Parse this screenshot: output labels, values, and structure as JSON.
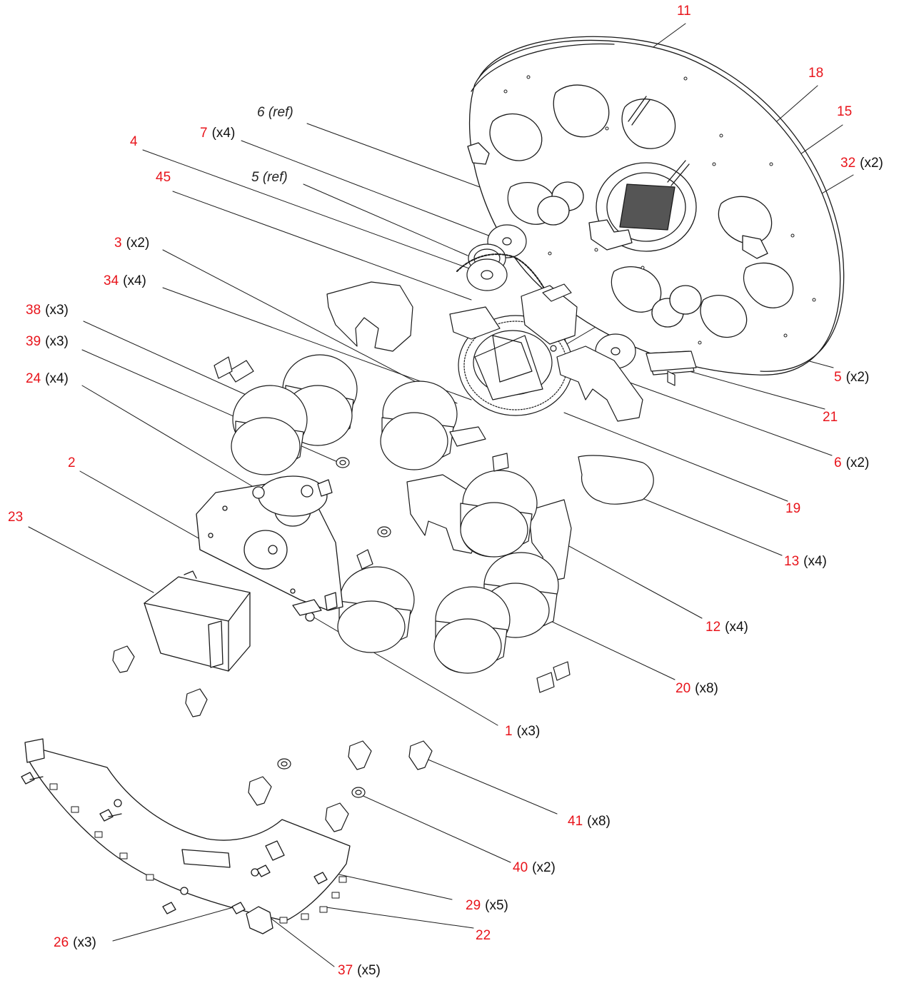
{
  "colors": {
    "number": "#e8141b",
    "text": "#111111",
    "line": "#1a1a1a"
  },
  "callouts": [
    {
      "id": "c11",
      "number": "11",
      "qty": ""
    },
    {
      "id": "c18",
      "number": "18",
      "qty": ""
    },
    {
      "id": "c15",
      "number": "15",
      "qty": ""
    },
    {
      "id": "c32",
      "number": "32",
      "qty": "(x2)"
    },
    {
      "id": "c6ref",
      "number": "6 (ref)",
      "qty": ""
    },
    {
      "id": "c7",
      "number": "7",
      "qty": "(x4)"
    },
    {
      "id": "c4",
      "number": "4",
      "qty": ""
    },
    {
      "id": "c5ref",
      "number": "5 (ref)",
      "qty": ""
    },
    {
      "id": "c45",
      "number": "45",
      "qty": ""
    },
    {
      "id": "c3",
      "number": "3",
      "qty": "(x2)"
    },
    {
      "id": "c34",
      "number": "34",
      "qty": "(x4)"
    },
    {
      "id": "c38",
      "number": "38",
      "qty": "(x3)"
    },
    {
      "id": "c39",
      "number": "39",
      "qty": "(x3)"
    },
    {
      "id": "c24",
      "number": "24",
      "qty": "(x4)"
    },
    {
      "id": "c5",
      "number": "5",
      "qty": "(x2)"
    },
    {
      "id": "c21",
      "number": "21",
      "qty": ""
    },
    {
      "id": "c6",
      "number": "6",
      "qty": "(x2)"
    },
    {
      "id": "c19",
      "number": "19",
      "qty": ""
    },
    {
      "id": "c2",
      "number": "2",
      "qty": ""
    },
    {
      "id": "c23",
      "number": "23",
      "qty": ""
    },
    {
      "id": "c13",
      "number": "13",
      "qty": "(x4)"
    },
    {
      "id": "c12",
      "number": "12",
      "qty": "(x4)"
    },
    {
      "id": "c20",
      "number": "20",
      "qty": "(x8)"
    },
    {
      "id": "c1",
      "number": "1",
      "qty": "(x3)"
    },
    {
      "id": "c41",
      "number": "41",
      "qty": "(x8)"
    },
    {
      "id": "c40",
      "number": "40",
      "qty": "(x2)"
    },
    {
      "id": "c29",
      "number": "29",
      "qty": "(x5)"
    },
    {
      "id": "c22",
      "number": "22",
      "qty": ""
    },
    {
      "id": "c26",
      "number": "26",
      "qty": "(x3)"
    },
    {
      "id": "c37",
      "number": "37",
      "qty": "(x5)"
    }
  ]
}
